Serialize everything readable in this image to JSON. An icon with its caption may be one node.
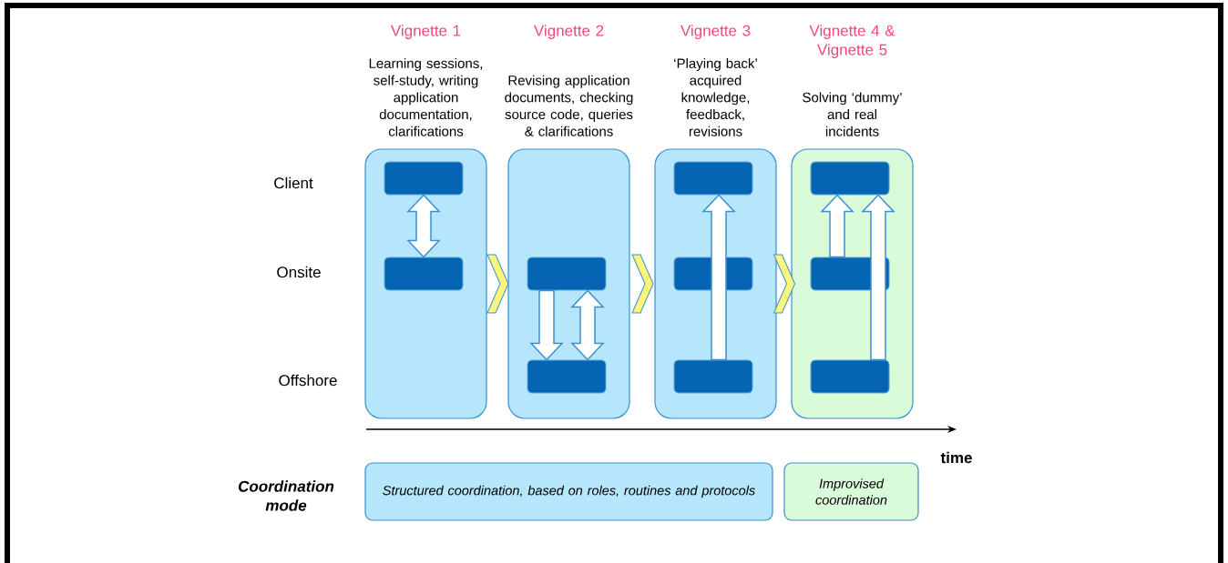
{
  "diagram": {
    "nodes": [
      {
        "text": [
          "Vignette 1",
          "Learning sessions, self-study, writing application documentation, clarifications"
        ]
      },
      {
        "text": [
          "Vignette 2",
          "Revising application documents, checking source code, queries & clarifications"
        ]
      },
      {
        "text": [
          "Vignette 3",
          "‘Playing back’ acquired knowledge, feedback, revisions"
        ]
      },
      {
        "text": [
          "Vignette 4 & Vignette 5",
          "Solving ‘dummy’ and real incidents"
        ]
      },
      {
        "text": [],
        "shape": "box",
        "in": 0
      },
      {
        "text": [],
        "shape": "box",
        "in": 0
      },
      {
        "text": [],
        "shape": "box",
        "in": 1
      },
      {
        "text": [],
        "shape": "box",
        "in": 1
      },
      {
        "text": [],
        "shape": "box",
        "in": 2
      },
      {
        "text": [],
        "shape": "box",
        "in": 2
      },
      {
        "text": [],
        "shape": "box",
        "in": 2
      },
      {
        "text": [],
        "shape": "box",
        "in": 3
      },
      {
        "text": [],
        "shape": "box",
        "in": 3
      },
      {
        "text": [],
        "shape": "box",
        "in": 3
      },
      {
        "text": [
          "Structured coordination, based on roles, routines and protocols"
        ]
      },
      {
        "text": [
          "Improvised coordination"
        ]
      }
    ],
    "edges": [
      {
        "from": 4,
        "to": 5,
        "arrow": "both"
      },
      {
        "from": 0,
        "to": 1,
        "arrow": "to"
      },
      {
        "from": 6,
        "to": 7,
        "arrow": "to"
      },
      {
        "from": 6,
        "to": 7,
        "arrow": "both"
      },
      {
        "from": 1,
        "to": 2,
        "arrow": "to"
      },
      {
        "from": 10,
        "to": 8,
        "arrow": "to"
      },
      {
        "from": 2,
        "to": 3,
        "arrow": "to"
      },
      {
        "from": 12,
        "to": 11,
        "arrow": "to"
      },
      {
        "from": 13,
        "to": 11,
        "arrow": "to"
      }
    ],
    "labels": [
      "Client",
      "Onsite",
      "Offshore",
      "time",
      "Coordination mode"
    ]
  }
}
